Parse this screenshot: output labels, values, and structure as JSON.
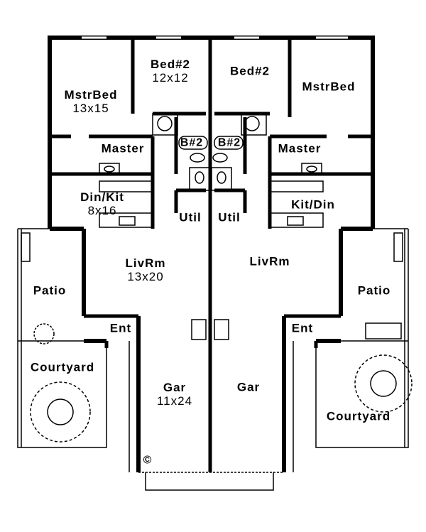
{
  "rooms": {
    "mstr_bed_left": {
      "name": "MstrBed",
      "size": "13x15"
    },
    "bed2_left": {
      "name": "Bed#2",
      "size": "12x12"
    },
    "bed2_right": {
      "name": "Bed#2"
    },
    "mstr_bed_right": {
      "name": "MstrBed"
    },
    "master_bath_left": {
      "name": "Master"
    },
    "bath2_left": {
      "name": "B#2"
    },
    "bath2_right": {
      "name": "B#2"
    },
    "master_bath_right": {
      "name": "Master"
    },
    "din_kit_left": {
      "name": "Din/Kit",
      "size": "8x16"
    },
    "util_left": {
      "name": "Util"
    },
    "util_right": {
      "name": "Util"
    },
    "kit_din_right": {
      "name": "Kit/Din"
    },
    "liv_rm_left": {
      "name": "LivRm",
      "size": "13x20"
    },
    "liv_rm_right": {
      "name": "LivRm"
    },
    "patio_left": {
      "name": "Patio"
    },
    "patio_right": {
      "name": "Patio"
    },
    "ent_left": {
      "name": "Ent"
    },
    "ent_right": {
      "name": "Ent"
    },
    "courtyard_left": {
      "name": "Courtyard"
    },
    "courtyard_right": {
      "name": "Courtyard"
    },
    "gar_left": {
      "name": "Gar",
      "size": "11x24"
    },
    "gar_right": {
      "name": "Gar"
    }
  },
  "copyright": "©"
}
